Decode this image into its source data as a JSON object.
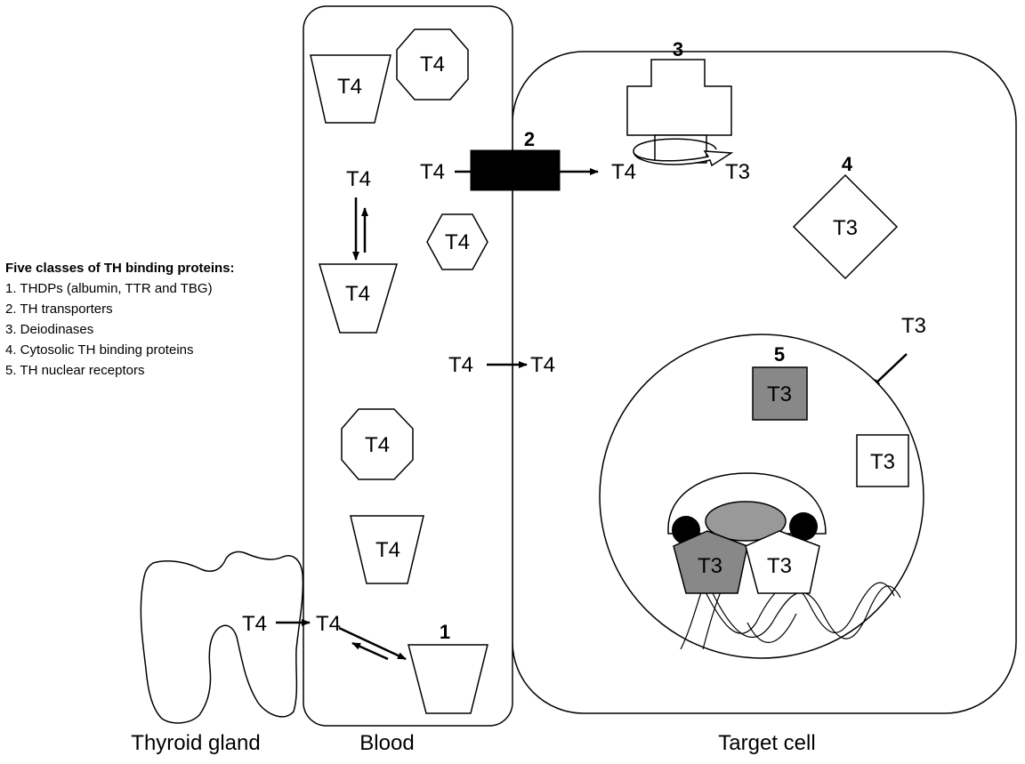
{
  "legend": {
    "title": "Five classes of TH binding proteins:",
    "items": [
      "1. THDPs (albumin, TTR and TBG)",
      "2. TH transporters",
      "3. Deiodinases",
      "4. Cytosolic TH binding proteins",
      "5. TH nuclear receptors"
    ]
  },
  "hormones": {
    "t4": "T4",
    "t3": "T3"
  },
  "numbers": {
    "n1": "1",
    "n2": "2",
    "n3": "3",
    "n4": "4",
    "n5": "5"
  },
  "captions": {
    "thyroid": "Thyroid gland",
    "blood": "Blood",
    "target": "Target cell"
  },
  "colors": {
    "dark_fill": "#000000",
    "gray_fill": "#888888",
    "medium_gray": "#999999"
  }
}
